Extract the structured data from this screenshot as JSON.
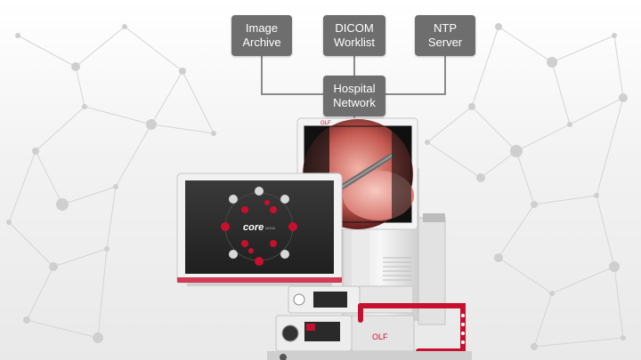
{
  "network": {
    "image_archive": {
      "line1": "Image",
      "line2": "Archive"
    },
    "dicom_worklist": {
      "line1": "DICOM",
      "line2": "Worklist"
    },
    "ntp_server": {
      "line1": "NTP",
      "line2": "Server"
    },
    "hospital_network": {
      "line1": "Hospital",
      "line2": "Network"
    }
  },
  "devices": {
    "main_screen_logo": "core",
    "main_screen_logo_sub": "NOVA",
    "brand_mark": "OLF",
    "brand_mark_2": "OLF"
  },
  "colors": {
    "box_fill": "#6e6e6e",
    "connector": "#8a8a8a",
    "accent_red": "#c8102e",
    "screen_dark": "#2e2e2e"
  }
}
